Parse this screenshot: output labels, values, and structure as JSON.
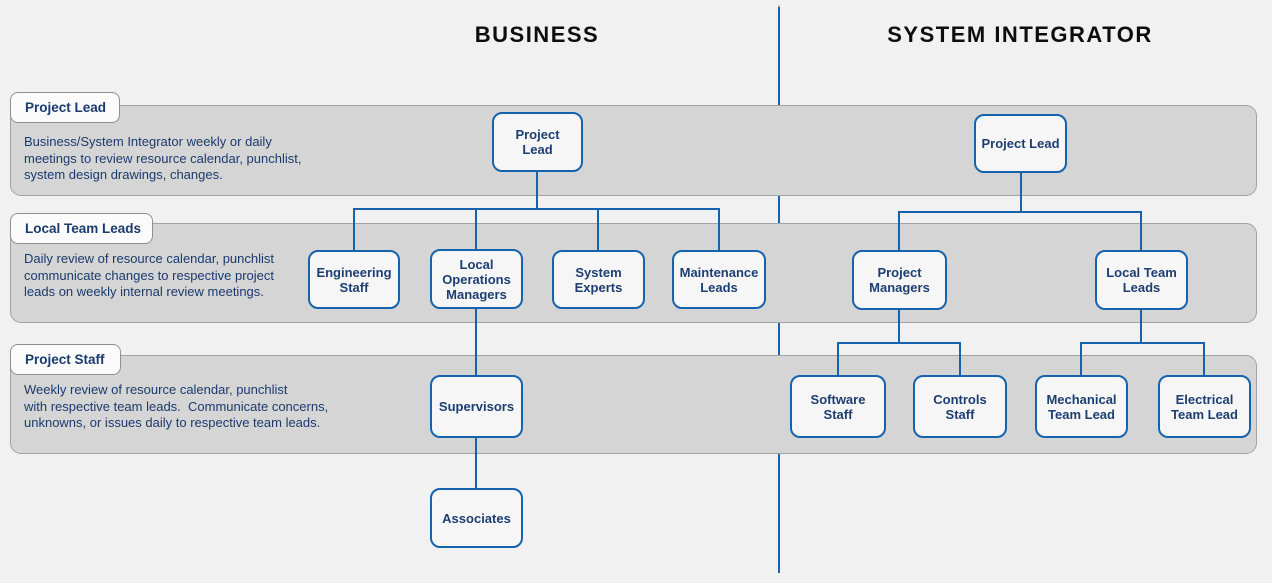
{
  "header": {
    "business_title": "BUSINESS",
    "si_title": "SYSTEM INTEGRATOR"
  },
  "lanes": [
    {
      "tab": "Project Lead",
      "description": "Business/System Integrator weekly or daily\nmeetings to review resource calendar, punchlist,\nsystem design drawings, changes."
    },
    {
      "tab": "Local Team Leads",
      "description": "Daily review of resource calendar, punchlist\ncommunicate changes to respective project\nleads on weekly internal review meetings."
    },
    {
      "tab": "Project Staff",
      "description": "Weekly review of resource calendar, punchlist\nwith respective team leads.  Communicate concerns,\nunknowns, or issues daily to respective team leads."
    }
  ],
  "nodes": {
    "business_project_lead": "Project Lead",
    "engineering_staff": "Engineering Staff",
    "local_operations_managers": "Local Operations Managers",
    "system_experts": "System Experts",
    "maintenance_leads": "Maintenance Leads",
    "supervisors": "Supervisors",
    "associates": "Associates",
    "si_project_lead": "Project Lead",
    "project_managers": "Project Managers",
    "local_team_leads": "Local Team Leads",
    "software_staff": "Software Staff",
    "controls_staff": "Controls Staff",
    "mechanical_team_lead": "Mechanical Team Lead",
    "electrical_team_lead": "Electrical Team Lead"
  },
  "colors": {
    "accent_blue": "#1663ad",
    "navy_text": "#1b3a6d",
    "band_gray": "#d5d5d5",
    "page_background": "#f1f1f1"
  }
}
